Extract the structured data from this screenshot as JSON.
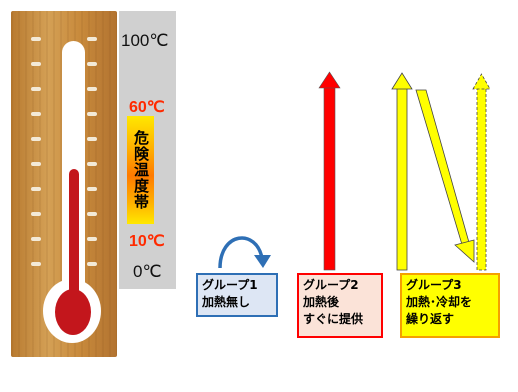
{
  "thermometer": {
    "label_100": "100℃",
    "label_60": "60℃",
    "label_10": "10℃",
    "label_0": "0℃",
    "danger_zone": "危険温度帯",
    "danger_color": "#ff2a00"
  },
  "groups": [
    {
      "title": "グループ1",
      "line1": "加熱無し",
      "line2": "",
      "border": "#2e6fb5",
      "fill": "#dde6f4",
      "arrow_color": "#2e6fb5"
    },
    {
      "title": "グループ2",
      "line1": "加熱後",
      "line2": "すぐに提供",
      "border": "#ff0000",
      "fill": "#fbe3d8",
      "arrow_color": "#ff0000"
    },
    {
      "title": "グループ3",
      "line1": "加熱･冷却を",
      "line2": "繰り返す",
      "border": "#f5a000",
      "fill": "#ffff00",
      "arrow_color": "#ffff00"
    }
  ]
}
